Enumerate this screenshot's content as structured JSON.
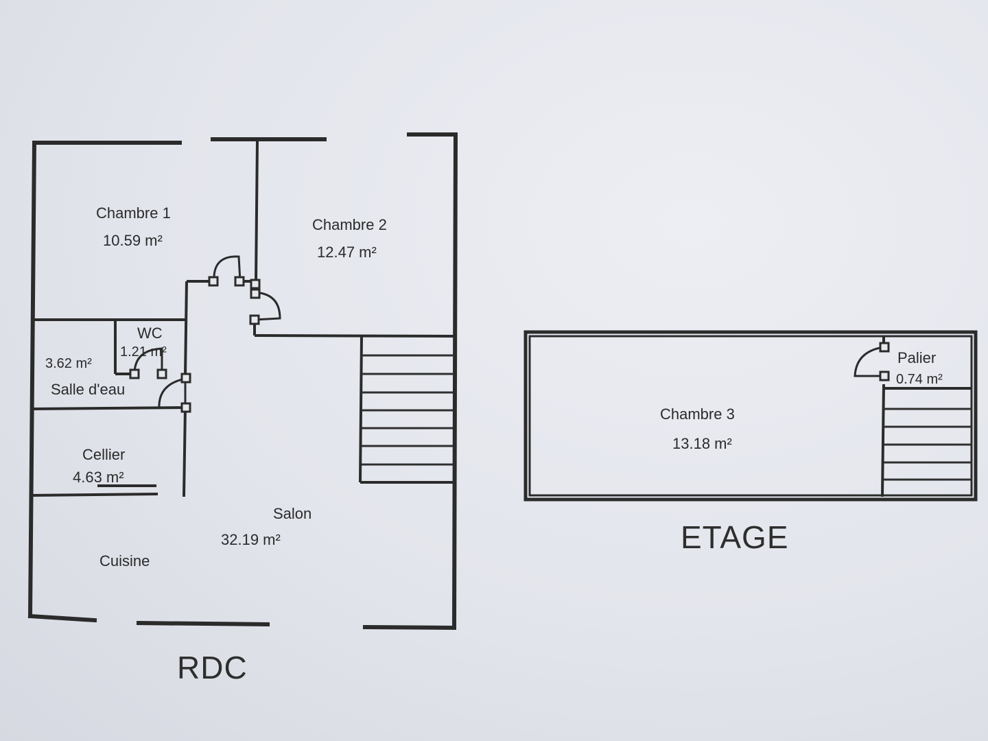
{
  "plans": {
    "rdc": {
      "title": "RDC",
      "rooms": {
        "chambre1": {
          "name": "Chambre 1",
          "area": "10.59 m²"
        },
        "chambre2": {
          "name": "Chambre 2",
          "area": "12.47 m²"
        },
        "wc": {
          "name": "WC",
          "area": "1.21 m²"
        },
        "salle_deau": {
          "name": "Salle d'eau",
          "area": "3.62 m²"
        },
        "cellier": {
          "name": "Cellier",
          "area": "4.63 m²"
        },
        "salon": {
          "name": "Salon",
          "area": "32.19 m²"
        },
        "cuisine": {
          "name": "Cuisine"
        }
      }
    },
    "etage": {
      "title": "ETAGE",
      "rooms": {
        "chambre3": {
          "name": "Chambre 3",
          "area": "13.18 m²"
        },
        "palier": {
          "name": "Palier",
          "area": "0.74 m²"
        }
      }
    }
  }
}
